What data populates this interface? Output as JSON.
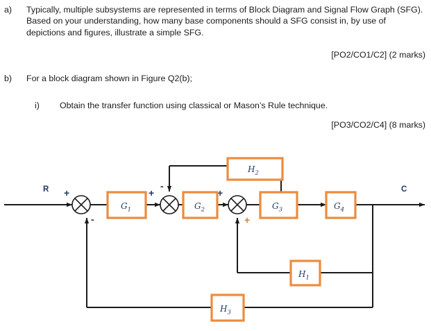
{
  "question": {
    "part_a": {
      "marker": "a)",
      "text": "Typically, multiple subsystems are represented in terms of Block Diagram and Signal Flow Graph (SFG). Based on your understanding, how many base components should a SFG consist in, by use of depictions and figures, illustrate a simple SFG.",
      "marks": "[PO2/CO1/C2] (2 marks)"
    },
    "part_b": {
      "marker": "b)",
      "text": "For a block diagram shown in Figure Q2(b);",
      "sub_i": {
        "marker": "i)",
        "text": "Obtain the transfer function using classical or Mason’s Rule technique.",
        "marks": "[PO3/CO2/C4] (8 marks)"
      }
    }
  },
  "diagram": {
    "input_label": "R",
    "output_label": "C",
    "blocks": [
      {
        "name": "G1",
        "base": "G",
        "sub": "1"
      },
      {
        "name": "G2",
        "base": "G",
        "sub": "2"
      },
      {
        "name": "G3",
        "base": "G",
        "sub": "3"
      },
      {
        "name": "G4",
        "base": "G",
        "sub": "4"
      },
      {
        "name": "H1",
        "base": "H",
        "sub": "1"
      },
      {
        "name": "H2",
        "base": "H",
        "sub": "2"
      },
      {
        "name": "H3",
        "base": "H",
        "sub": "3"
      }
    ],
    "summing_junctions": [
      {
        "id": "sum1",
        "signs": [
          "+",
          "-"
        ]
      },
      {
        "id": "sum2",
        "signs": [
          "+",
          "-"
        ]
      },
      {
        "id": "sum3",
        "signs": [
          "+",
          "+"
        ]
      }
    ],
    "signs": {
      "sum1_in": "+",
      "sum1_fb": "-",
      "sum2_in": "+",
      "sum2_fb": "-",
      "sum3_in": "+",
      "sum3_fb": "+"
    },
    "colors": {
      "block_border": "#ED8B3C",
      "line": "#1a1a1a",
      "label_text": "#1f3864",
      "sign_accent": "#e07b2e"
    }
  }
}
